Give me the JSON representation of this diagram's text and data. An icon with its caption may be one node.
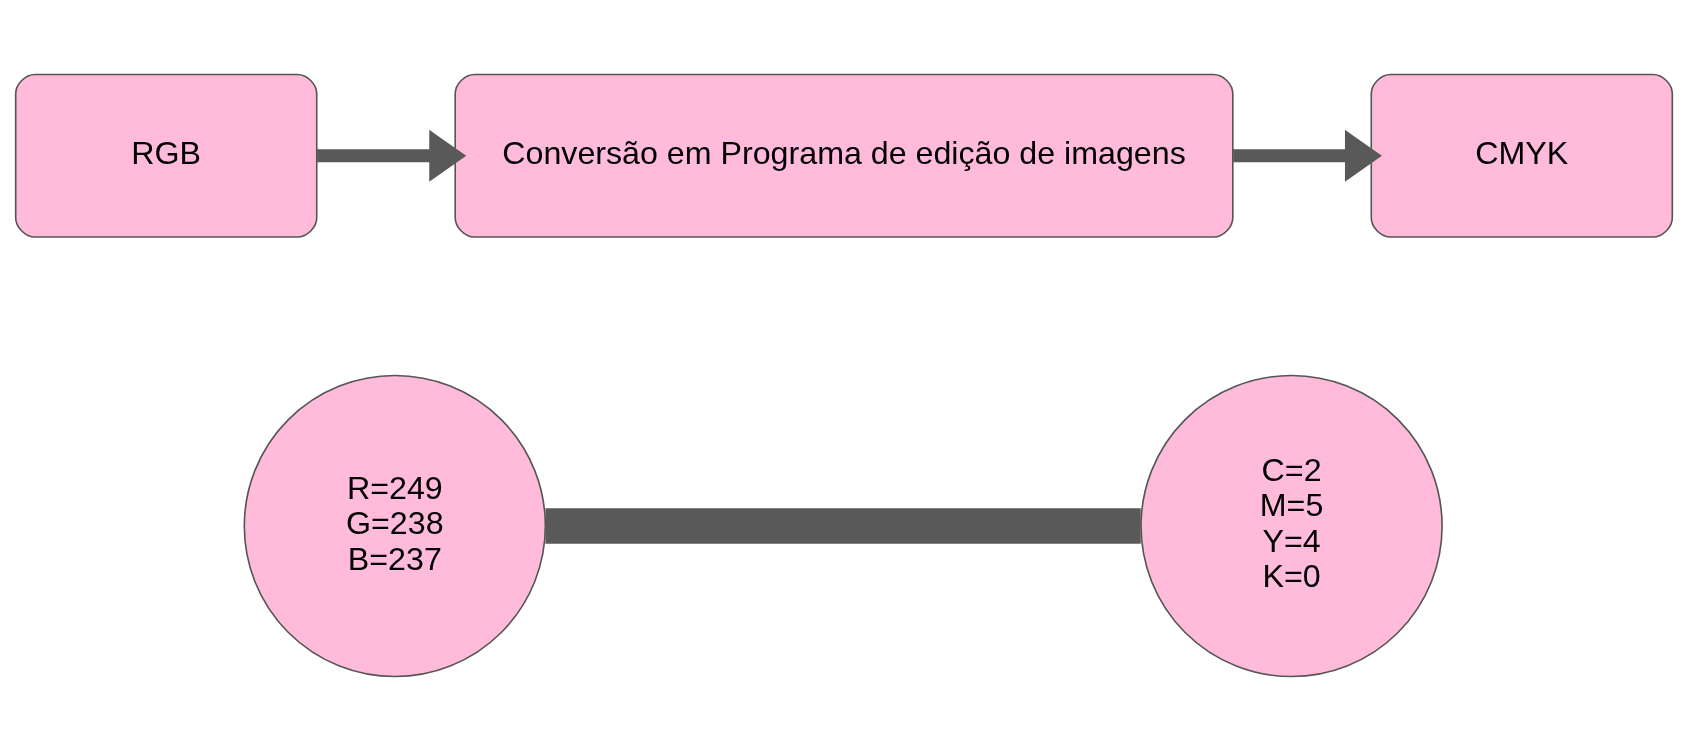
{
  "diagram": {
    "nodes": [
      {
        "text": [
          "RGB"
        ]
      },
      {
        "text": [
          "Conversão em Programa de edição de imagens"
        ]
      },
      {
        "text": [
          "CMYK"
        ]
      },
      {
        "text": [
          "R=249",
          "G=238",
          "B=237"
        ]
      },
      {
        "text": [
          "C=2",
          "M=5",
          "Y=4",
          "K=0"
        ]
      }
    ],
    "edges": [
      {
        "from": 0,
        "to": 1,
        "arrow": "to"
      },
      {
        "from": 1,
        "to": 2,
        "arrow": "to"
      },
      {
        "from": 3,
        "to": 4,
        "arrow": "none",
        "style": "thick"
      }
    ]
  }
}
